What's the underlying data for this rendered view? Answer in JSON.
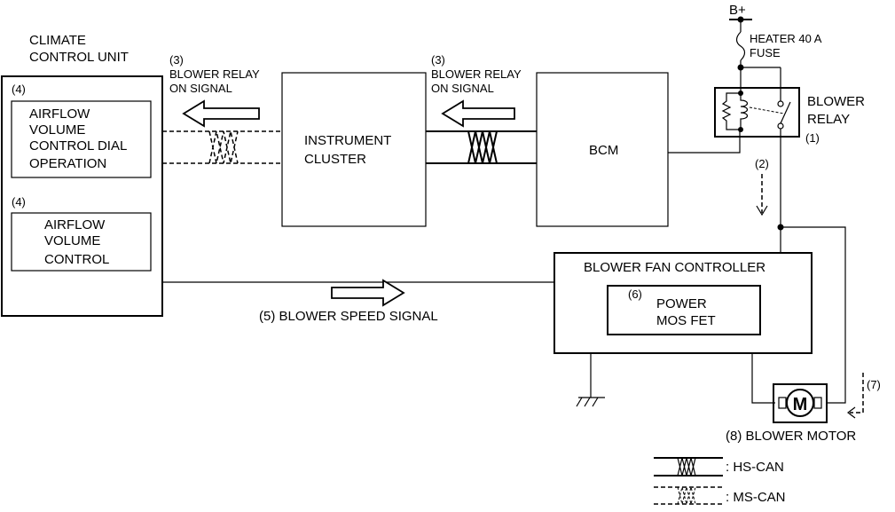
{
  "climate_control_unit": {
    "title_line1": "CLIMATE",
    "title_line2": "CONTROL UNIT",
    "box1_num": "(4)",
    "box1_line1": "AIRFLOW",
    "box1_line2": "VOLUME",
    "box1_line3": "CONTROL DIAL",
    "box1_line4": "OPERATION",
    "box2_num": "(4)",
    "box2_line1": "AIRFLOW",
    "box2_line2": "VOLUME",
    "box2_line3": "CONTROL"
  },
  "signal_left": {
    "num": "(3)",
    "line1": "BLOWER RELAY",
    "line2": "ON SIGNAL"
  },
  "signal_mid": {
    "num": "(3)",
    "line1": "BLOWER RELAY",
    "line2": "ON SIGNAL"
  },
  "instrument_cluster": {
    "line1": "INSTRUMENT",
    "line2": "CLUSTER"
  },
  "bcm": {
    "label": "BCM"
  },
  "power": {
    "bplus": "B+",
    "fuse_line1": "HEATER 40 A",
    "fuse_line2": "FUSE"
  },
  "blower_relay": {
    "line1": "BLOWER",
    "line2": "RELAY",
    "num": "(1)"
  },
  "step2": "(2)",
  "blower_fan_controller": {
    "title": "BLOWER FAN CONTROLLER",
    "inner_num": "(6)",
    "inner_line1": "POWER",
    "inner_line2": "MOS FET"
  },
  "blower_speed_signal": "(5) BLOWER SPEED SIGNAL",
  "blower_motor": {
    "symbol": "M",
    "label": "(8)  BLOWER MOTOR"
  },
  "step7": "(7)",
  "legend": {
    "hs": ": HS-CAN",
    "ms": ": MS-CAN"
  }
}
